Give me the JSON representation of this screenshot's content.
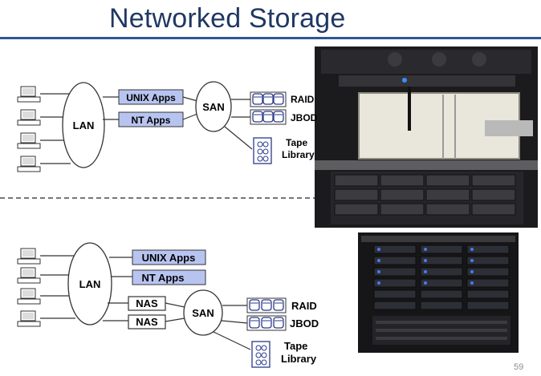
{
  "slide": {
    "title": "Networked Storage",
    "page_number": "59"
  },
  "diagram_top": {
    "lan_label": "LAN",
    "san_label": "SAN",
    "apps": [
      "UNIX Apps",
      "NT Apps"
    ],
    "storage": {
      "raid": "RAID",
      "jbod": "JBOD",
      "tape_line1": "Tape",
      "tape_line2": "Library"
    },
    "app_box_color": "#b8c4f0"
  },
  "diagram_bottom": {
    "lan_label": "LAN",
    "san_label": "SAN",
    "apps": [
      "UNIX Apps",
      "NT Apps"
    ],
    "nas": [
      "NAS",
      "NAS"
    ],
    "storage": {
      "raid": "RAID",
      "jbod": "JBOD",
      "tape_line1": "Tape",
      "tape_line2": "Library"
    },
    "app_box_color": "#b8c4f0"
  },
  "photos": {
    "top": "server-rack-photo",
    "bottom": "disk-array-photo"
  }
}
